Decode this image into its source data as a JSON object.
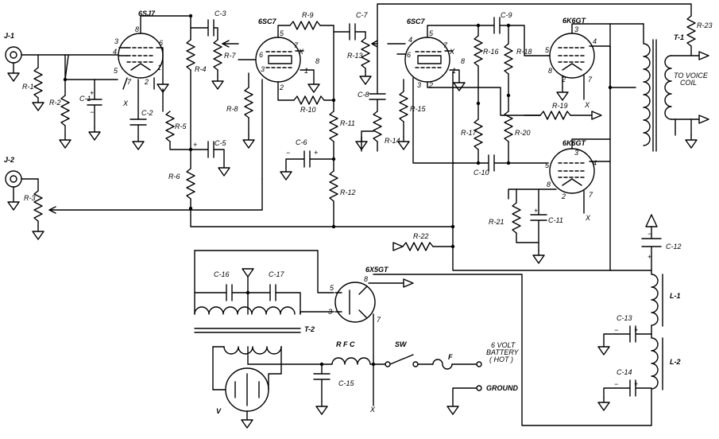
{
  "jacks": {
    "j1": "J-1",
    "j2": "J-2"
  },
  "tubes": {
    "v1": "6SJ7",
    "v2": "6SC7",
    "v3": "6SC7",
    "v4": "6K6GT",
    "v5": "6K6GT",
    "v6": "6X5GT"
  },
  "resistors": {
    "r1": "R-1",
    "r2": "R-2",
    "r3": "R-3",
    "r4": "R-4",
    "r5": "R-5",
    "r6": "R-6",
    "r7": "R-7",
    "r8": "R-8",
    "r9": "R-9",
    "r10": "R-10",
    "r11": "R-11",
    "r12": "R-12",
    "r13": "R-13",
    "r14": "R-14",
    "r15": "R-15",
    "r16": "R-16",
    "r17": "R-17",
    "r18": "R-18",
    "r19": "R-19",
    "r20": "R-20",
    "r21": "R-21",
    "r22": "R-22",
    "r23": "R-23"
  },
  "capacitors": {
    "c1": "C-1",
    "c2": "C-2",
    "c3": "C-3",
    "c5": "C-5",
    "c6": "C-6",
    "c7": "C-7",
    "c8": "C-8",
    "c9": "C-9",
    "c10": "C-10",
    "c11": "C-11",
    "c12": "C-12",
    "c13": "C-13",
    "c14": "C-14",
    "c15": "C-15",
    "c16": "C-16",
    "c17": "C-17"
  },
  "transformers": {
    "t1": "T-1",
    "t2": "T-2"
  },
  "inductors": {
    "l1": "L-1",
    "l2": "L-2"
  },
  "misc": {
    "voice_coil_1": "TO VOICE",
    "voice_coil_2": "COIL",
    "rfc": "R F C",
    "sw": "SW",
    "fuse": "F",
    "battery_1": "6 VOLT",
    "battery_2": "BATTERY",
    "battery_3": "( HOT )",
    "ground": "GROUND",
    "vibrator": "V",
    "x": "X",
    "plus": "+",
    "minus": "−"
  },
  "pins": {
    "p1": "1",
    "p2": "2",
    "p3": "3",
    "p4": "4",
    "p5": "5",
    "p6": "6",
    "p7": "7",
    "p8": "8"
  }
}
